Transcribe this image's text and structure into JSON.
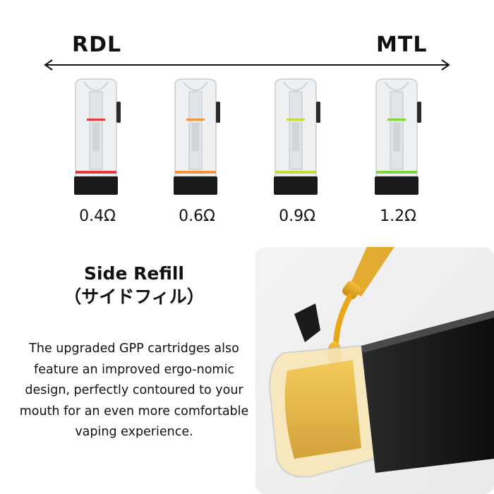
{
  "scale": {
    "left_label": "RDL",
    "right_label": "MTL"
  },
  "pods": [
    {
      "resistance": "0.4Ω",
      "band_color": "#e23a3a"
    },
    {
      "resistance": "0.6Ω",
      "band_color": "#f0963a"
    },
    {
      "resistance": "0.9Ω",
      "band_color": "#c6d83a"
    },
    {
      "resistance": "1.2Ω",
      "band_color": "#7fd63a"
    }
  ],
  "feature": {
    "title": "Side Refill",
    "subtitle": "（サイドフィル）",
    "description": "The upgraded GPP cartridges also feature an improved ergo-nomic design, perfectly contoured to your mouth for an even more comfortable vaping experience."
  },
  "colors": {
    "text": "#111111",
    "cartridge_base": "#1a1a1a",
    "oil": "#e0a21a"
  }
}
